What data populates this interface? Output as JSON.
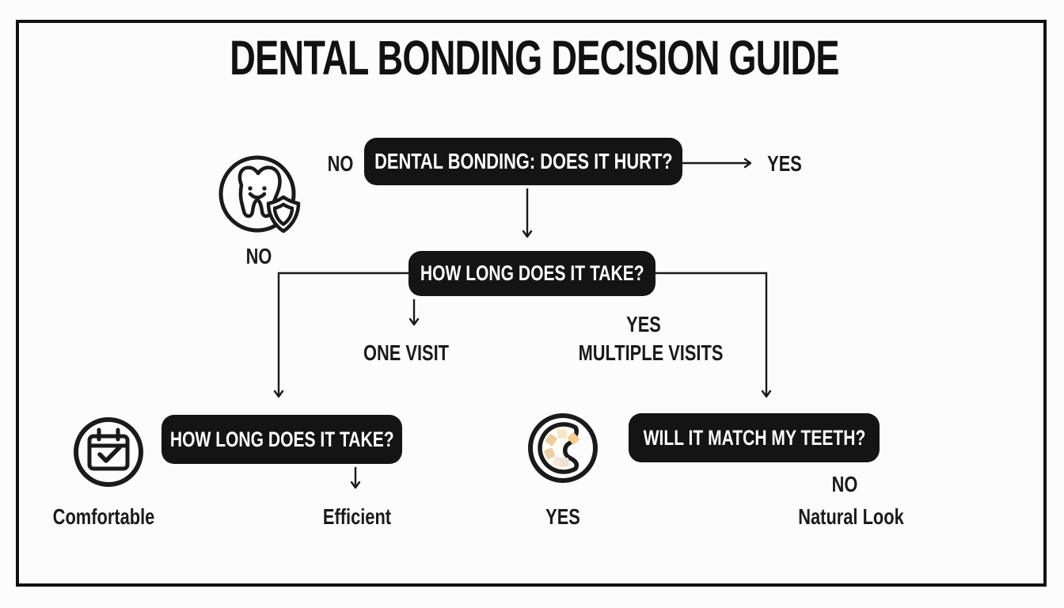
{
  "title": "DENTAL BONDING DECISION GUIDE",
  "flow": {
    "q1": {
      "label": "DENTAL BONDING: DOES IT HURT?",
      "no": "NO",
      "yes": "YES"
    },
    "q2": {
      "label": "HOW LONG DOES IT TAKE?",
      "no": "NO",
      "one_visit": "ONE VISIT",
      "yes": "YES",
      "multiple_visits": "MULTIPLE VISITS"
    },
    "q3": {
      "label": "HOW LONG DOES IT TAKE?",
      "comfortable": "Comfortable",
      "efficient": "Efficient"
    },
    "q4": {
      "label": "WILL IT MATCH MY TEETH?",
      "yes": "YES",
      "no": "NO",
      "natural_look": "Natural Look"
    }
  },
  "icons": {
    "tooth_shield": "smiling-tooth-with-shield",
    "calendar_check": "calendar-with-checkmark",
    "palette": "shade-palette-with-swatches"
  },
  "colors": {
    "background": "#FCFCFC",
    "frame": "#111111",
    "ink": "#1A1A1A",
    "box_bg": "#141414",
    "box_text": "#FFFFFF",
    "palette_fill": "#FFFDF6",
    "sw1": "#EECD9B",
    "sw2": "#F6E6C3",
    "sw3": "#F5CB8D",
    "sw4": "#EDD0A2",
    "sw5": "#F3EADC",
    "sw6": "#EFE3D3"
  }
}
